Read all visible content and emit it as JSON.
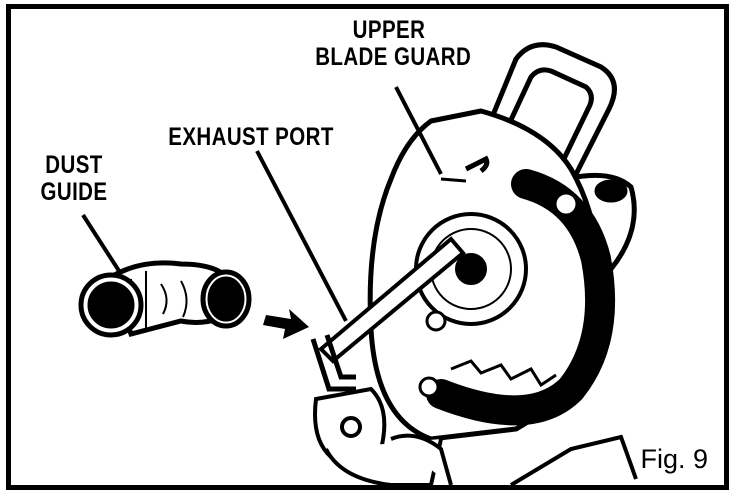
{
  "labels": {
    "upper_blade_guard_line1": "UPPER",
    "upper_blade_guard_line2": "BLADE GUARD",
    "exhaust_port": "EXHAUST PORT",
    "dust_guide_line1": "DUST",
    "dust_guide_line2": "GUIDE"
  },
  "figure_caption": "Fig. 9",
  "colors": {
    "ink": "#000000",
    "paper": "#ffffff",
    "shade": "#9a9a9a"
  }
}
